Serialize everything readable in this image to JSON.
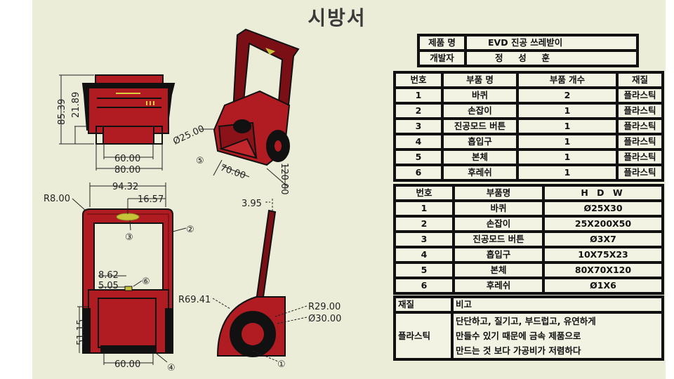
{
  "title": "시방서",
  "info": {
    "product_label": "제품 명",
    "product_value": "EVD 진공 쓰레받이",
    "developer_label": "개발자",
    "developer_value": "정     성     훈"
  },
  "parts_table": {
    "headers": [
      "번호",
      "부품 명",
      "부품 개수",
      "재질"
    ],
    "rows": [
      [
        "1",
        "바퀴",
        "2",
        "플라스틱"
      ],
      [
        "2",
        "손잡이",
        "1",
        "플라스틱"
      ],
      [
        "3",
        "진공모드 버튼",
        "1",
        "플라스틱"
      ],
      [
        "4",
        "흡입구",
        "1",
        "플라스틱"
      ],
      [
        "5",
        "본체",
        "1",
        "플라스틱"
      ],
      [
        "6",
        "후레쉬",
        "1",
        "플라스틱"
      ]
    ]
  },
  "dims_table": {
    "headers": [
      "번호",
      "부품명",
      "H D W"
    ],
    "rows": [
      [
        "1",
        "바퀴",
        "Ø25X30"
      ],
      [
        "2",
        "손잡이",
        "25X200X50"
      ],
      [
        "3",
        "진공모드 버튼",
        "Ø3X7"
      ],
      [
        "4",
        "흡입구",
        "10X75X23"
      ],
      [
        "5",
        "본체",
        "80X70X120"
      ],
      [
        "6",
        "후레쉬",
        "Ø1X6"
      ]
    ]
  },
  "material_table": {
    "header_label": "재질",
    "header_value": "비고",
    "material": "플라스틱",
    "lines": [
      "단단하고, 질기고, 부드럽고, 유연하게",
      "만들수 있기 때문에 금속 제품으로",
      "만드는 것 보다 가공비가 저렴하다"
    ]
  },
  "drawing": {
    "top_view": {
      "d1": "85.39",
      "d2": "21.89",
      "d3": "60.00",
      "d4": "80.00"
    },
    "iso_view": {
      "d1": "Ø25.00",
      "d2": "70.00",
      "d3": "120.00",
      "callout": "⑤"
    },
    "front_view": {
      "d1": "R8.00",
      "d2": "94.32",
      "d3": "16.57",
      "d4": "8.62",
      "d5": "5.05",
      "d6": "51.15",
      "d7": "60.00",
      "c3": "③",
      "c2": "②",
      "c6": "⑥",
      "c4": "④"
    },
    "side_view": {
      "d1": "3.95",
      "d2": "R69.41",
      "d3": "R29.00",
      "d4": "Ø30.00",
      "c1": "①"
    }
  },
  "colors": {
    "background": "#ecedd9",
    "part_red": "#b01c22",
    "outline": "#111111",
    "accent_yellow": "#c8c43a"
  }
}
